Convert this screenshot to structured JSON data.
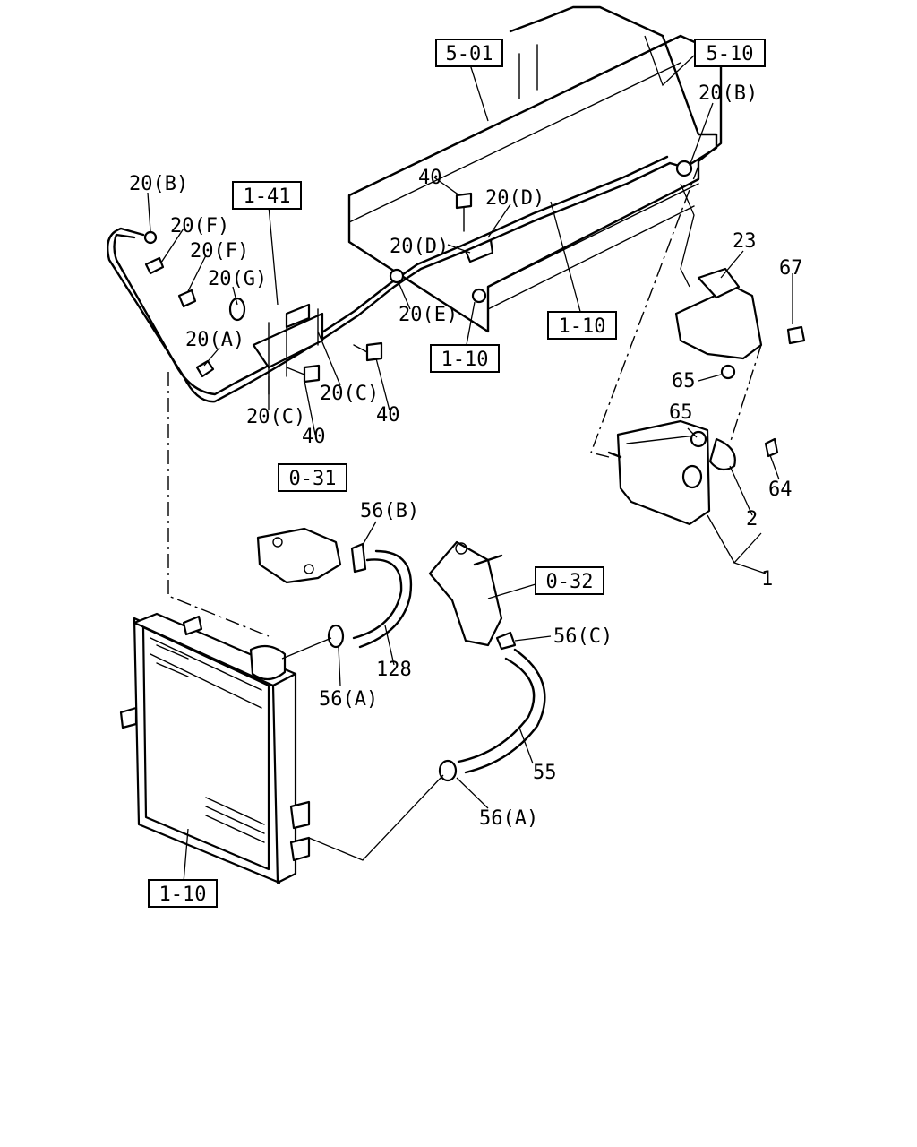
{
  "ref_boxes": {
    "r501": "5-01",
    "r510": "5-10",
    "r141": "1-41",
    "r110a": "1-10",
    "r110b": "1-10",
    "r031": "0-31",
    "r032": "0-32",
    "r110c": "1-10"
  },
  "callouts": {
    "c20B_left": "20(B)",
    "c20B_right": "20(B)",
    "c20F_a": "20(F)",
    "c20F_b": "20(F)",
    "c20G": "20(G)",
    "c20A": "20(A)",
    "c20C_a": "20(C)",
    "c20C_b": "20(C)",
    "c20D_a": "20(D)",
    "c20D_b": "20(D)",
    "c20E": "20(E)",
    "c40_top": "40",
    "c40_a": "40",
    "c40_b": "40",
    "c23": "23",
    "c67": "67",
    "c65_a": "65",
    "c65_b": "65",
    "c64": "64",
    "c2": "2",
    "c1": "1",
    "c56B": "56(B)",
    "c56A_a": "56(A)",
    "c56C": "56(C)",
    "c56A_b": "56(A)",
    "c128": "128",
    "c55": "55"
  }
}
